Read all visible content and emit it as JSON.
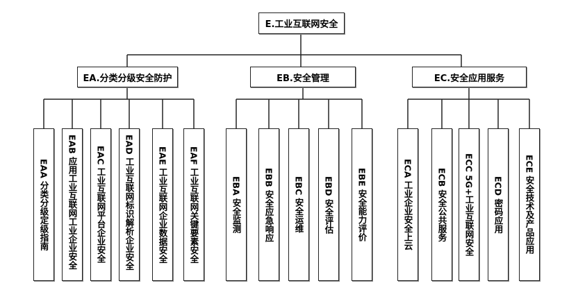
{
  "root": {
    "label": "E.工业互联网安全"
  },
  "branches": [
    {
      "label": "EA.分类分级安全防护",
      "children": [
        "EAA 分类分级定级指南",
        "EAB 应用工业互联网工业企业安全",
        "EAC 工业互联网平台企业安全",
        "EAD 工业互联网标识解析企业安全",
        "EAE 工业互联网企业数据安全",
        "EAF 工业互联网关键要素安全"
      ]
    },
    {
      "label": "EB.安全管理",
      "children": [
        "EBA 安全监测",
        "EBB 安全应急响应",
        "EBC 安全运维",
        "EBD 安全评估",
        "EBE 安全能力评价"
      ]
    },
    {
      "label": "EC.安全应用服务",
      "children": [
        "ECA 工业企业安全上云",
        "ECB 安全公共服务",
        "ECC 5G+工业互联网安全",
        "ECD 密码应用",
        "ECE 安全技术及产品应用"
      ]
    }
  ]
}
